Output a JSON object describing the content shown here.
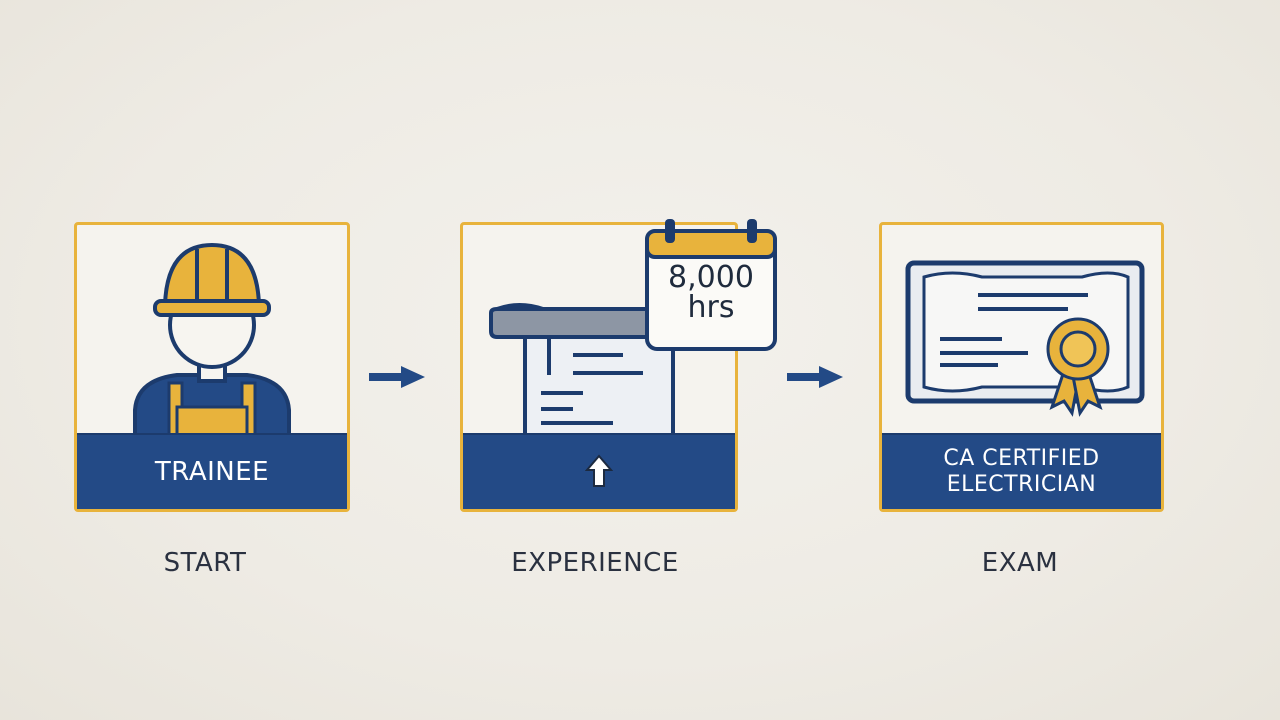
{
  "colors": {
    "accent_yellow": "#e8b33c",
    "navy": "#234a86",
    "background": "#eeebe4"
  },
  "steps": [
    {
      "banner": "TRAINEE",
      "label": "START",
      "icon": "construction-worker-icon"
    },
    {
      "banner": "",
      "label": "EXPERIENCE",
      "icon": "document-scroll-icon",
      "badge": "8,000\nhrs",
      "badge_icon": "calendar-icon",
      "banner_icon": "up-arrow-icon"
    },
    {
      "banner": "CA CERTIFIED\nELECTRICIAN",
      "label": "EXAM",
      "icon": "certificate-icon",
      "badge_icon": "award-ribbon-icon"
    }
  ],
  "connectors": [
    {
      "icon": "right-arrow-icon"
    },
    {
      "icon": "right-arrow-icon"
    }
  ]
}
